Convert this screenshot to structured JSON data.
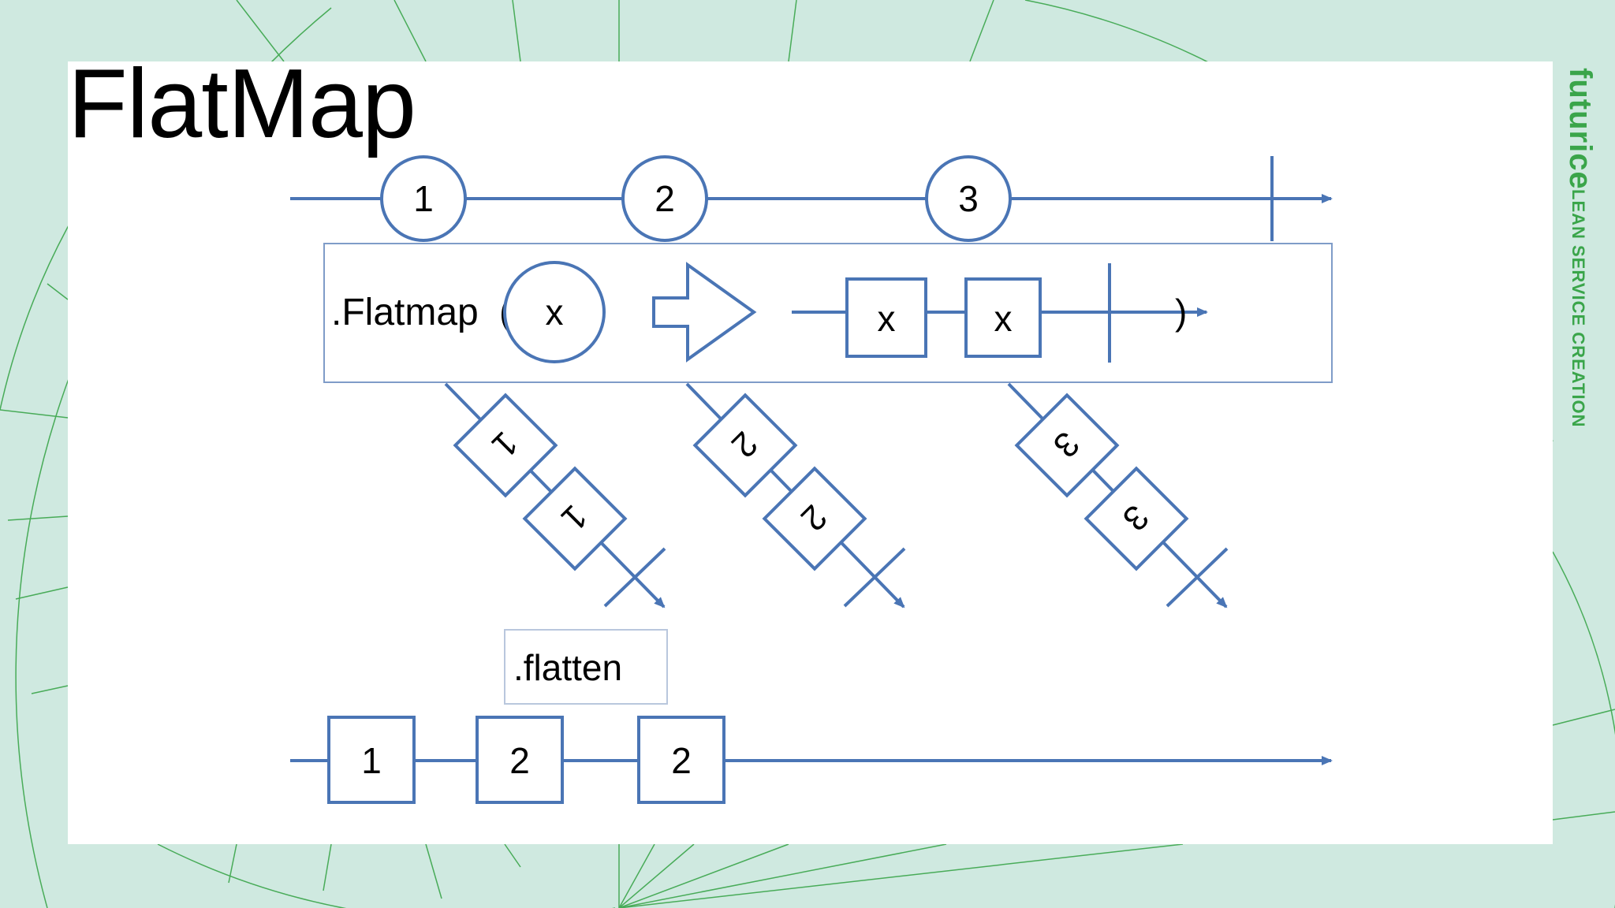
{
  "slide": {
    "title": "FlatMap"
  },
  "brand": {
    "logo": "futurice",
    "tagline": "LEAN SERVICE CREATION"
  },
  "colors": {
    "accent_blue": "#4a75b5",
    "brand_green": "#3aa54a",
    "background": "#cfe9e0"
  },
  "diagram": {
    "source_items": [
      "1",
      "2",
      "3"
    ],
    "operator_label": ".Flatmap",
    "operator_param": "x",
    "operator_paren": ")",
    "inner_items": [
      "x",
      "x"
    ],
    "branches": [
      {
        "items": [
          "1",
          "1"
        ]
      },
      {
        "items": [
          "2",
          "2"
        ]
      },
      {
        "items": [
          "3",
          "3"
        ]
      }
    ],
    "flatten_label": ".flatten",
    "output_items": [
      "1",
      "2",
      "2"
    ]
  }
}
